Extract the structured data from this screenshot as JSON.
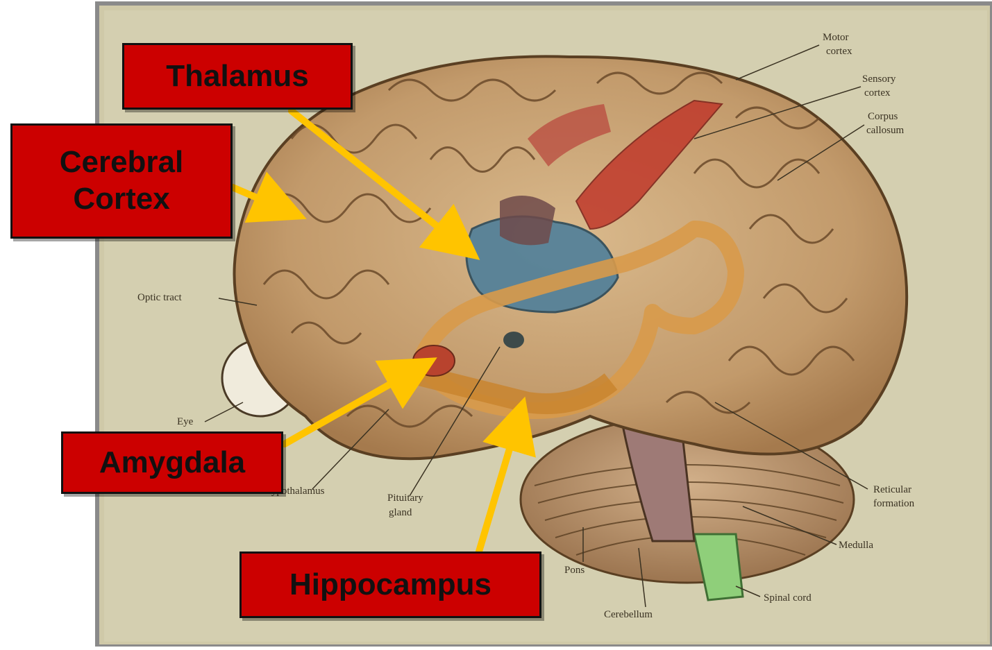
{
  "colors": {
    "callout_fill": "#cc0000",
    "arrow": "#ffc400",
    "plate_bg": "#cfc9a8",
    "brain_tan": "#c9a679",
    "brain_red": "#c0392b",
    "brain_blue": "#4f7f9a",
    "brain_orange": "#d89a4a",
    "spinal_green": "#8fcf7a"
  },
  "callouts": {
    "thalamus": "Thalamus",
    "cerebral_cortex_line1": "Cerebral",
    "cerebral_cortex_line2": "Cortex",
    "amygdala": "Amygdala",
    "hippocampus": "Hippocampus"
  },
  "plate_labels": {
    "motor_cortex_1": "Motor",
    "motor_cortex_2": "cortex",
    "sensory_cortex_1": "Sensory",
    "sensory_cortex_2": "cortex",
    "corpus_callosum_1": "Corpus",
    "corpus_callosum_2": "callosum",
    "optic_tract": "Optic tract",
    "eye": "Eye",
    "hypothalamus": "Hypothalamus",
    "pituitary_1": "Pituitary",
    "pituitary_2": "gland",
    "reticular_1": "Reticular",
    "reticular_2": "formation",
    "medulla": "Medulla",
    "pons": "Pons",
    "spinal_cord": "Spinal cord",
    "cerebellum": "Cerebellum"
  }
}
